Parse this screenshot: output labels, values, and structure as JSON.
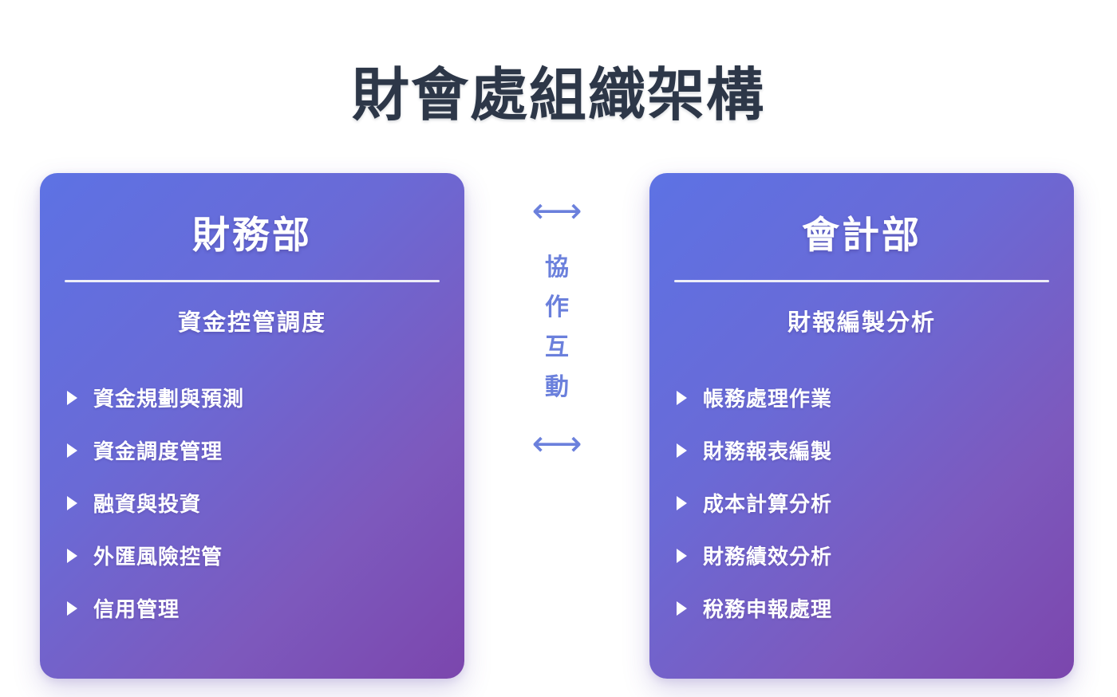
{
  "page": {
    "title": "財會處組織架構",
    "background_color": "#ffffff",
    "title_color": "#2d3748"
  },
  "theme": {
    "card_gradient_start": "#5d72e4",
    "card_gradient_end": "#7b46ad",
    "accent_blue": "#6b80dc",
    "card_text_color": "#ffffff",
    "divider_color": "#f4f4fa"
  },
  "connector": {
    "arrow_top_icon": "double-headed-arrow",
    "arrow_top_glyph": "⟷",
    "arrow_bottom_icon": "double-headed-arrow",
    "arrow_bottom_glyph": "⟷",
    "label_chars": [
      "協",
      "作",
      "互",
      "動"
    ],
    "label_full": "協作互動"
  },
  "departments": [
    {
      "id": "finance",
      "name": "財務部",
      "subtitle": "資金控管調度",
      "items": [
        "資金規劃與預測",
        "資金調度管理",
        "融資與投資",
        "外匯風險控管",
        "信用管理"
      ]
    },
    {
      "id": "accounting",
      "name": "會計部",
      "subtitle": "財報編製分析",
      "items": [
        "帳務處理作業",
        "財務報表編製",
        "成本計算分析",
        "財務績效分析",
        "稅務申報處理"
      ]
    }
  ]
}
